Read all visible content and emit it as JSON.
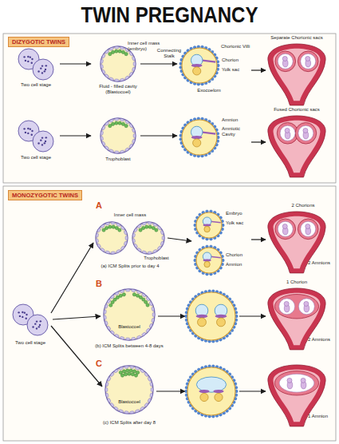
{
  "diagram": {
    "title": "TWIN PREGNANCY",
    "nodes": [
      {
        "text": [
          "DIZYGOTIC TWINS"
        ]
      },
      {
        "text": [
          "MONOZYGOTIC TWINS"
        ]
      }
    ],
    "labels": [
      "Two cell stage",
      "Inner cell mass (embryo)",
      "Fluid - filled cavity (Blastocoel)",
      "Connecting Stalk",
      "Chorionic Villi",
      "Chorion",
      "Yolk sac",
      "Exocoelom",
      "Separate Chorionic sacs",
      "Two cell stage",
      "Trophoblast",
      "Amnion",
      "Amniotic Cavity",
      "Fused Chorionic sacs",
      "Two cell stage",
      "A",
      "Inner cell mass",
      "Trophoblast",
      "(a) ICM Splits prior to day 4",
      "Embryo",
      "Yolk sac",
      "Chorion",
      "Amnion",
      "2 Chorions",
      "2 Amnions",
      "B",
      "Blastocoel",
      "(b) ICM Splits between 4-8 days",
      "1 Chorion",
      "2 Amnions",
      "C",
      "Blastocoel",
      "(c) ICM Splits after day 8",
      "1 Amnion"
    ]
  }
}
